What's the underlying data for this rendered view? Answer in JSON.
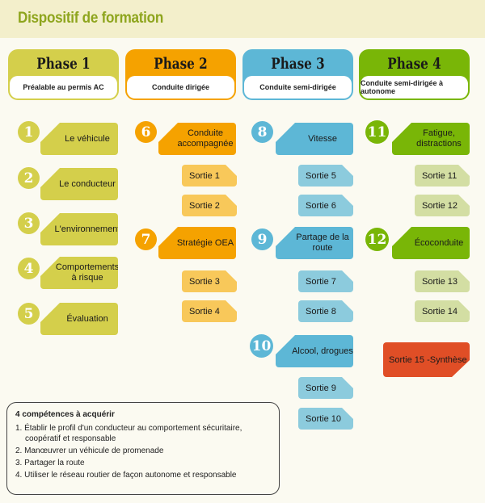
{
  "title": "Dispositif de formation",
  "phases": [
    {
      "title": "Phase 1",
      "subtitle": "Préalable au permis AC",
      "color": "#d4cf4b"
    },
    {
      "title": "Phase 2",
      "subtitle": "Conduite dirigée",
      "color": "#f5a200"
    },
    {
      "title": "Phase 3",
      "subtitle": "Conduite semi-dirigée",
      "color": "#5db7d6"
    },
    {
      "title": "Phase 4",
      "subtitle": "Conduite semi-dirigée à autonome",
      "color": "#79b607"
    }
  ],
  "modules": [
    {
      "num": "1",
      "label": "Le véhicule"
    },
    {
      "num": "2",
      "label": "Le conducteur"
    },
    {
      "num": "3",
      "label": "L'environnement"
    },
    {
      "num": "4",
      "label": "Comportements à risque"
    },
    {
      "num": "5",
      "label": "Évaluation"
    },
    {
      "num": "6",
      "label": "Conduite accompagnée"
    },
    {
      "num": "7",
      "label": "Stratégie OEA"
    },
    {
      "num": "8",
      "label": "Vitesse"
    },
    {
      "num": "9",
      "label": "Partage de la route"
    },
    {
      "num": "10",
      "label": "Alcool, drogues"
    },
    {
      "num": "11",
      "label": "Fatigue, distractions"
    },
    {
      "num": "12",
      "label": "Écoconduite"
    }
  ],
  "sorties": [
    "Sortie 1",
    "Sortie 2",
    "Sortie 3",
    "Sortie  4",
    "Sortie 5",
    "Sortie 6",
    "Sortie 7",
    "Sortie 8",
    "Sortie 9",
    "Sortie 10",
    "Sortie 11",
    "Sortie 12",
    "Sortie 13",
    "Sortie  14",
    "Sortie 15 -Synthèse"
  ],
  "competences": {
    "title": "4 compétences à acquérir",
    "items": [
      "1. Établir le profil d'un conducteur au comportement sécuritaire, coopératif et responsable",
      "2. Manœuvrer un véhicule de promenade",
      "3. Partager la route",
      "4. Utiliser le réseau routier de façon autonome et responsable"
    ]
  }
}
